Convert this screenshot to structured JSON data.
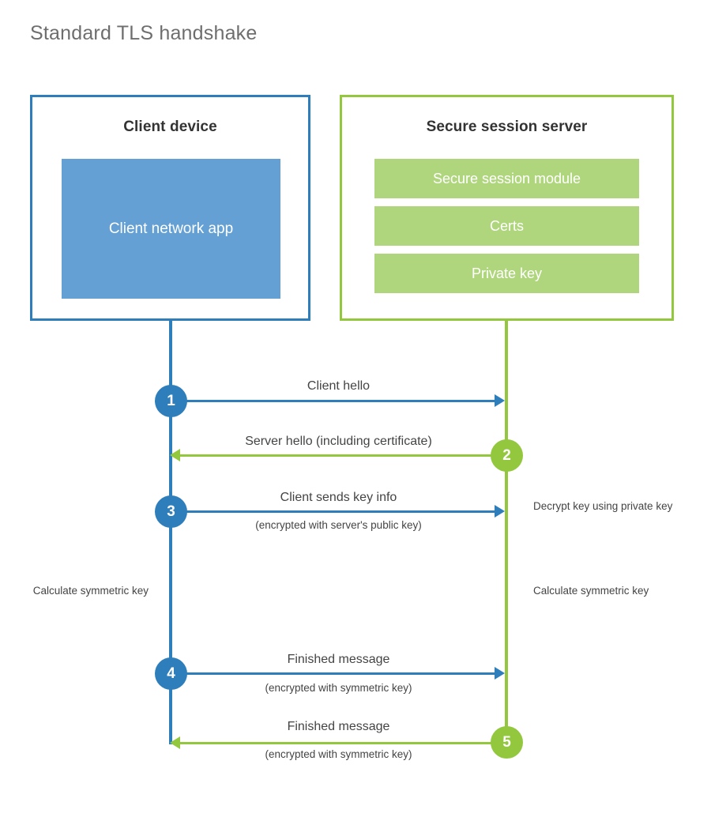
{
  "title": "Standard TLS handshake",
  "colors": {
    "client_accent": "#2e7ebb",
    "server_accent": "#93c83e",
    "client_app_fill": "#64a0d3",
    "server_bar_fill": "#b0d67d",
    "title_text": "#6e6e6e",
    "body_text": "#444444",
    "background": "#ffffff"
  },
  "client": {
    "title": "Client device",
    "app_label": "Client network app"
  },
  "server": {
    "title": "Secure session server",
    "components": [
      {
        "label": "Secure session module"
      },
      {
        "label": "Certs"
      },
      {
        "label": "Private key"
      }
    ]
  },
  "steps": [
    {
      "number": "1",
      "label": "Client hello",
      "sublabel": "",
      "direction": "client-to-server",
      "color": "#2e7ebb"
    },
    {
      "number": "2",
      "label": "Server hello (including certificate)",
      "sublabel": "",
      "direction": "server-to-client",
      "color": "#93c83e"
    },
    {
      "number": "3",
      "label": "Client sends key info",
      "sublabel": "(encrypted with server's public key)",
      "direction": "client-to-server",
      "color": "#2e7ebb"
    },
    {
      "number": "4",
      "label": "Finished message",
      "sublabel": "(encrypted with symmetric key)",
      "direction": "client-to-server",
      "color": "#2e7ebb"
    },
    {
      "number": "5",
      "label": "Finished message",
      "sublabel": "(encrypted with symmetric key)",
      "direction": "server-to-client",
      "color": "#93c83e"
    }
  ],
  "annotations": {
    "server_decrypt": "Decrypt key using private key",
    "client_calculate": "Calculate symmetric key",
    "server_calculate": "Calculate symmetric key"
  }
}
